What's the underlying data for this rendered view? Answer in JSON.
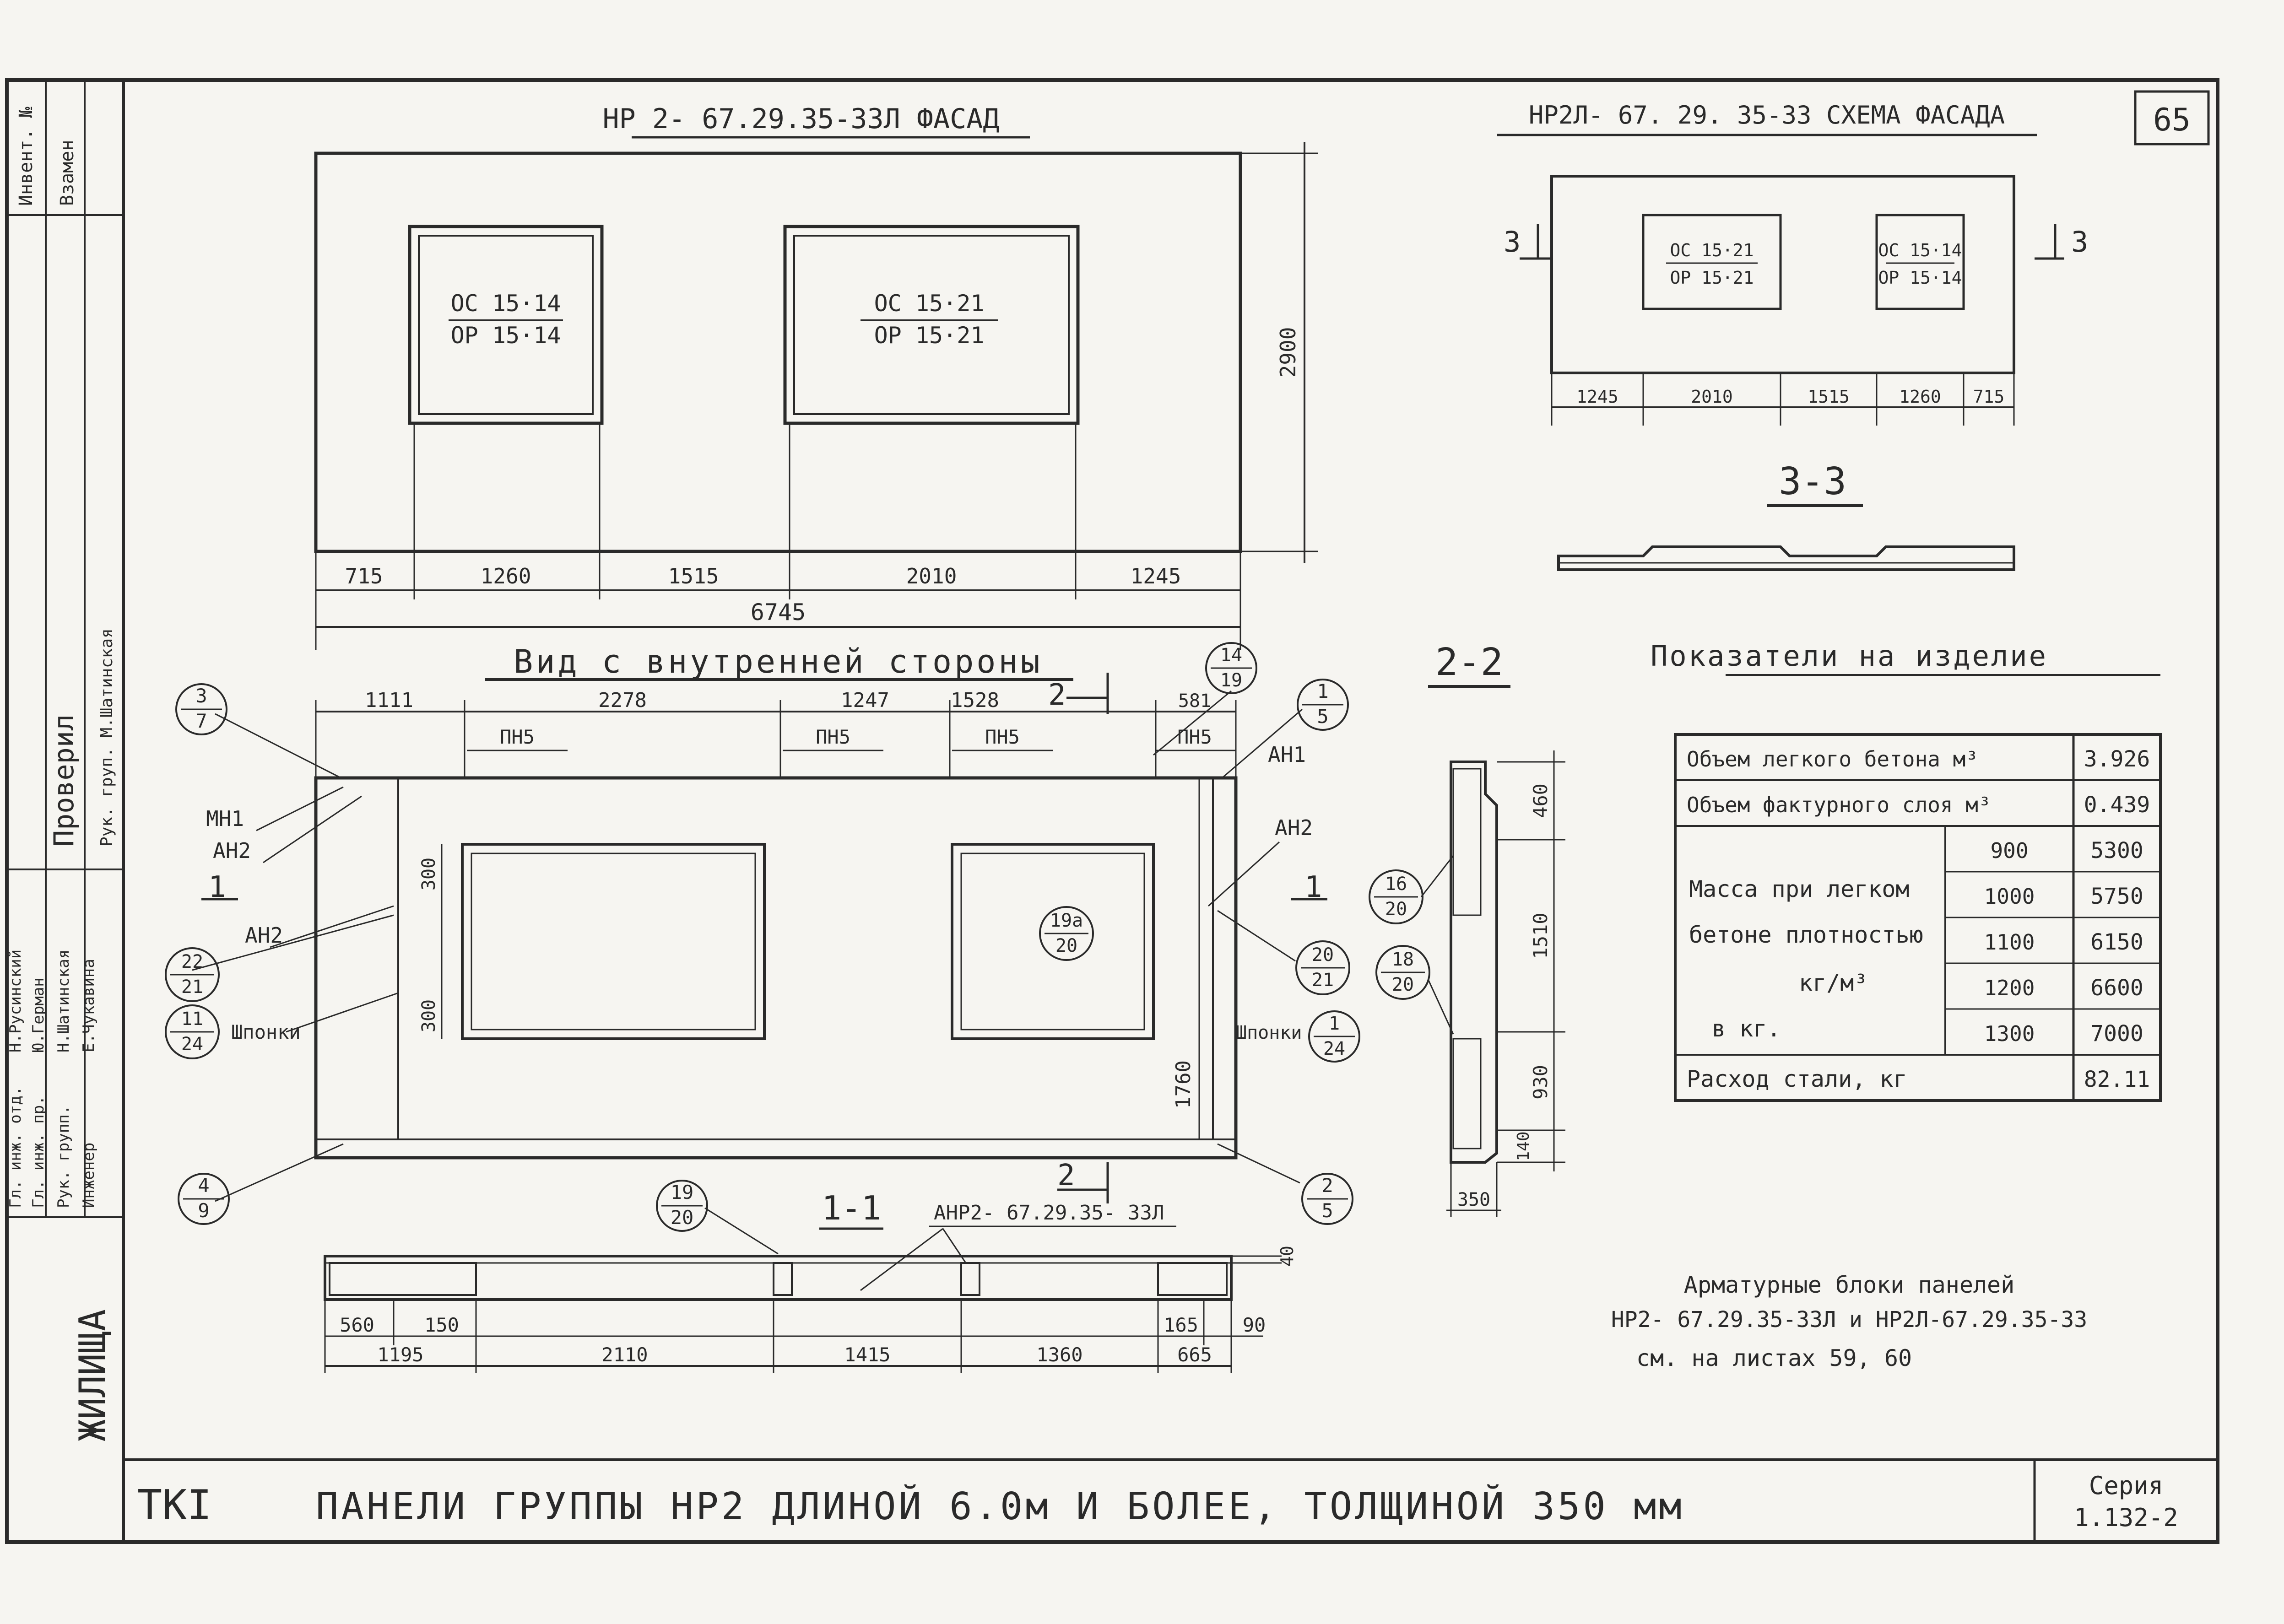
{
  "sheet": {
    "page_number": "65",
    "series_label": "Серия",
    "series_value": "1.132-2",
    "footer_code": "ТКI",
    "footer_title": "ПАНЕЛИ ГРУППЫ НР2 ДЛИНОЙ 6.0м И БОЛЕЕ, ТОЛЩИНОЙ 350 мм",
    "side_org": "ЖИЛИЩА",
    "side_stamp": [
      "Инвент. №",
      "Взамен"
    ],
    "side_check": "Проверил",
    "side_staff": [
      {
        "role": "Гл. инж. отд.",
        "name": "Н.Русинский"
      },
      {
        "role": "Гл. инж. пр.",
        "name": "Ю.Герман"
      },
      {
        "role": "Рук. групп.",
        "name": "Н.Шатинская"
      },
      {
        "role": "Инженер",
        "name": "Е.Чукавина"
      }
    ],
    "side_staff_alt": "Рук. груп. М.Шатинская"
  },
  "facade": {
    "title": "НР 2- 67.29.35-33Л ФАСАД",
    "window_left": {
      "top": "ОС 15·14",
      "bottom": "ОР 15·14"
    },
    "window_right": {
      "top": "ОС 15·21",
      "bottom": "ОР 15·21"
    },
    "height": "2900",
    "dims": [
      "715",
      "1260",
      "1515",
      "2010",
      "1245"
    ],
    "total": "6745"
  },
  "scheme": {
    "title": "НР2Л- 67. 29. 35-33  СХЕМА ФАСАДА",
    "window_left": {
      "top": "ОС 15·21",
      "bottom": "ОР 15·21"
    },
    "window_right": {
      "top": "ОС 15·14",
      "bottom": "ОР 15·14"
    },
    "dims": [
      "1245",
      "2010",
      "1515",
      "1260",
      "715"
    ],
    "cut_label": "3",
    "section_title": "3-3"
  },
  "inner": {
    "title": "Вид с внутренней стороны",
    "top_dims": [
      "1111",
      "2278",
      "1247",
      "1528",
      "581"
    ],
    "pn_labels": [
      "ПН5",
      "ПН5",
      "ПН5",
      "ПН5"
    ],
    "right_height": "1760",
    "left_dims": [
      "300",
      "300"
    ],
    "cut2_label": "2",
    "cut1_label": "1",
    "labels": {
      "mn1": "МН1",
      "an2a": "АН2",
      "an2b": "АН2",
      "an2c": "АН2",
      "an1": "АН1",
      "shponki_left": "Шпонки",
      "shponki_right": "Шпонки"
    },
    "bubbles": [
      {
        "top": "3",
        "bottom": "7"
      },
      {
        "top": "14",
        "bottom": "19"
      },
      {
        "top": "1",
        "bottom": "5"
      },
      {
        "top": "22",
        "bottom": "21"
      },
      {
        "top": "11",
        "bottom": "24"
      },
      {
        "top": "4",
        "bottom": "9"
      },
      {
        "top": "19а",
        "bottom": "20"
      },
      {
        "top": "20",
        "bottom": "21"
      },
      {
        "top": "1",
        "bottom": "24"
      },
      {
        "top": "2",
        "bottom": "5"
      }
    ]
  },
  "section11": {
    "title": "1-1",
    "subtitle": "АНР2- 67.29.35- 33Л",
    "bubble": {
      "top": "19",
      "bottom": "20"
    },
    "dims_top": [
      "560",
      "150",
      "165",
      "90"
    ],
    "dims_bottom": [
      "1195",
      "2110",
      "1415",
      "1360",
      "665"
    ],
    "right_dim": "40"
  },
  "section22": {
    "title": "2-2",
    "dims": [
      "460",
      "1510",
      "930",
      "140"
    ],
    "thickness": "350",
    "bubbles": [
      {
        "top": "16",
        "bottom": "20"
      },
      {
        "top": "18",
        "bottom": "20"
      }
    ]
  },
  "indicators": {
    "title": "Показатели на изделие",
    "rows": [
      {
        "label": "Объем легкого бетона м³",
        "value": "3.926"
      },
      {
        "label": "Объем фактурного слоя м³",
        "value": "0.439"
      }
    ],
    "mass_label": [
      "Масса при легком",
      "бетоне плотностью",
      "кг/м³",
      "в  кг."
    ],
    "mass_rows": [
      {
        "density": "900",
        "value": "5300"
      },
      {
        "density": "1000",
        "value": "5750"
      },
      {
        "density": "1100",
        "value": "6150"
      },
      {
        "density": "1200",
        "value": "6600"
      },
      {
        "density": "1300",
        "value": "7000"
      }
    ],
    "steel": {
      "label": "Расход стали, кг",
      "value": "82.11"
    }
  },
  "note": {
    "line1": "Арматурные блоки панелей",
    "line2": "НР2- 67.29.35-33Л и НР2Л-67.29.35-33",
    "line3": "см. на листах 59, 60"
  }
}
